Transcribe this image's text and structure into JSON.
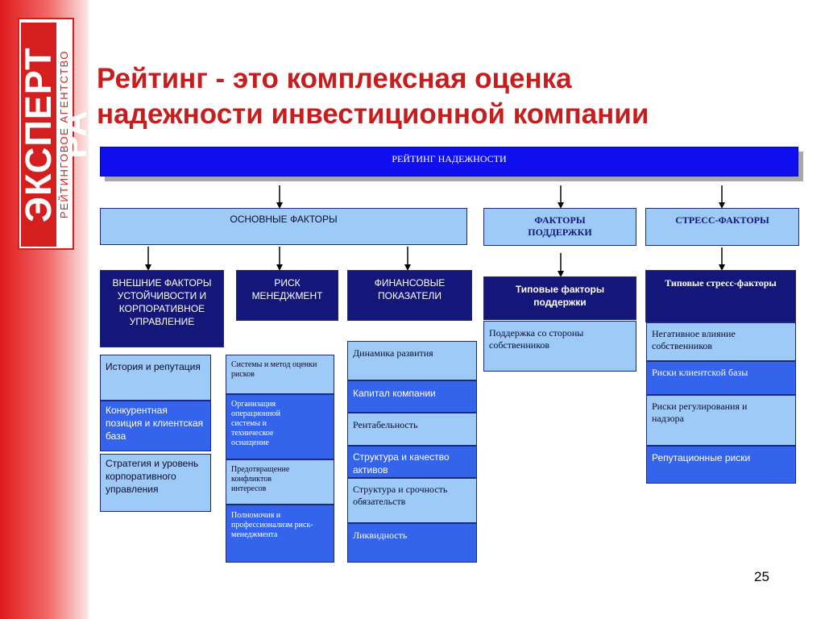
{
  "logo": {
    "main": "ЭКСПЕРТ РА",
    "sub": "РЕЙТИНГОВОЕ АГЕНТСТВО"
  },
  "title": {
    "line1": "Рейтинг - это комплексная оценка",
    "line2": "надежности инвестиционной компании"
  },
  "banner": "РЕЙТИНГ НАДЕЖНОСТИ",
  "groups": {
    "main": "ОСНОВНЫЕ ФАКТОРЫ",
    "support": "ФАКТОРЫ ПОДДЕРЖКИ",
    "stress": "СТРЕСС-ФАКТОРЫ"
  },
  "columns": {
    "external": {
      "header": "ВНЕШНИЕ ФАКТОРЫ УСТОЙЧИВОСТИ И КОРПОРАТИВНОЕ УПРАВЛЕНИЕ",
      "items": [
        "История и репутация",
        "Конкурентная позиция и клиентская база",
        "Стратегия и уровень корпоративного управления"
      ]
    },
    "risk": {
      "header": "РИСК МЕНЕДЖМЕНТ",
      "items": [
        "Системы и метод оценки рисков",
        "Организация операционной системы и техническое оснащение",
        "Предотвращение конфликтов интересов",
        "Полномочия и профессионализм риск- менеджмента"
      ]
    },
    "finance": {
      "header": "ФИНАНСОВЫЕ ПОКАЗАТЕЛИ",
      "items": [
        "Динамика развития",
        "Капитал компании",
        "Рентабельность",
        "Структура и качество активов",
        "Структура и срочность обязательств",
        "Ликвидность"
      ]
    },
    "support": {
      "header": "Типовые факторы поддержки",
      "items": [
        "Поддержка со стороны собственников"
      ]
    },
    "stress": {
      "header": "Типовые стресс-факторы",
      "items": [
        "Негативное влияние собственников",
        "Риски клиентской базы",
        "Риски регулирования и надзора",
        "Репутационные риски"
      ]
    }
  },
  "page_number": "25"
}
